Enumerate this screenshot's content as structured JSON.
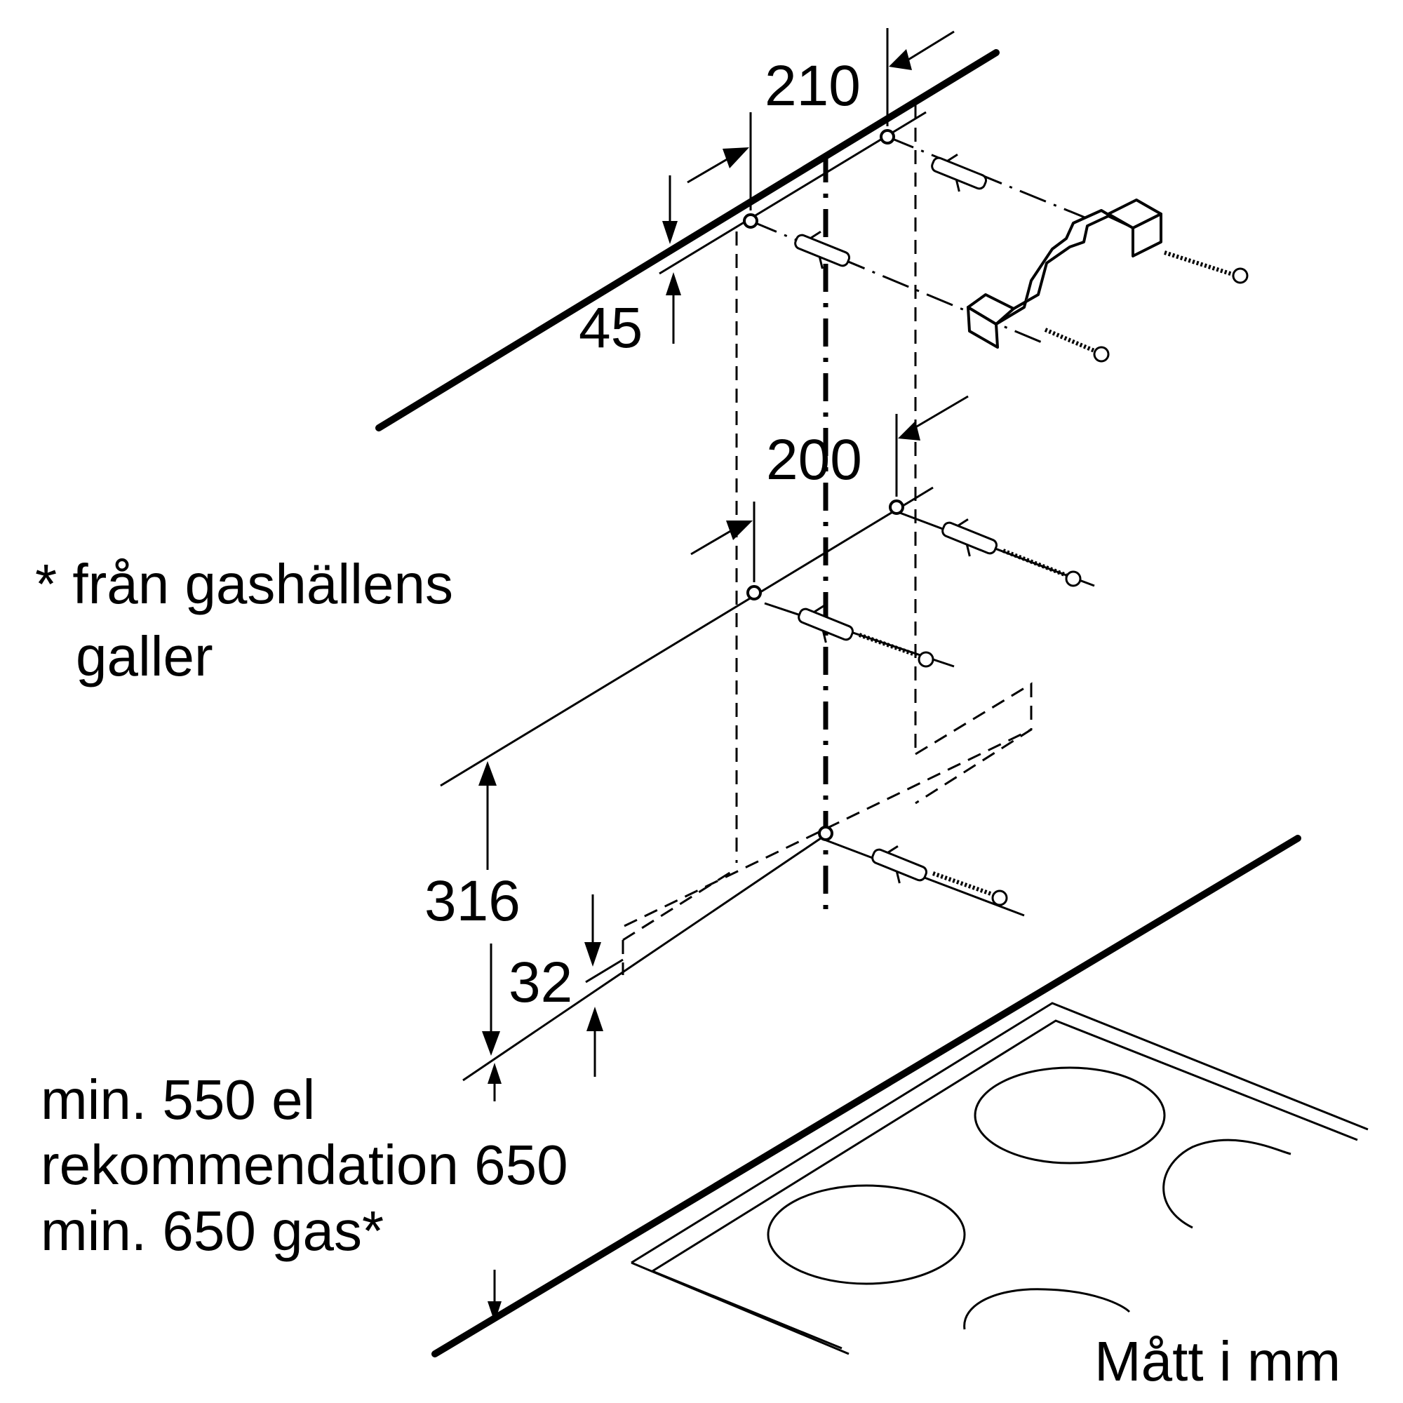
{
  "dimensions": {
    "d210": "210",
    "d45": "45",
    "d200": "200",
    "d316": "316",
    "d32": "32"
  },
  "notes": {
    "gas_grid_line1": "* från gashällens",
    "gas_grid_line2": "galler",
    "clearance_line1": "min. 550 el",
    "clearance_line2": "rekommendation 650",
    "clearance_line3": "min. 650 gas*",
    "units": "Mått i mm"
  }
}
